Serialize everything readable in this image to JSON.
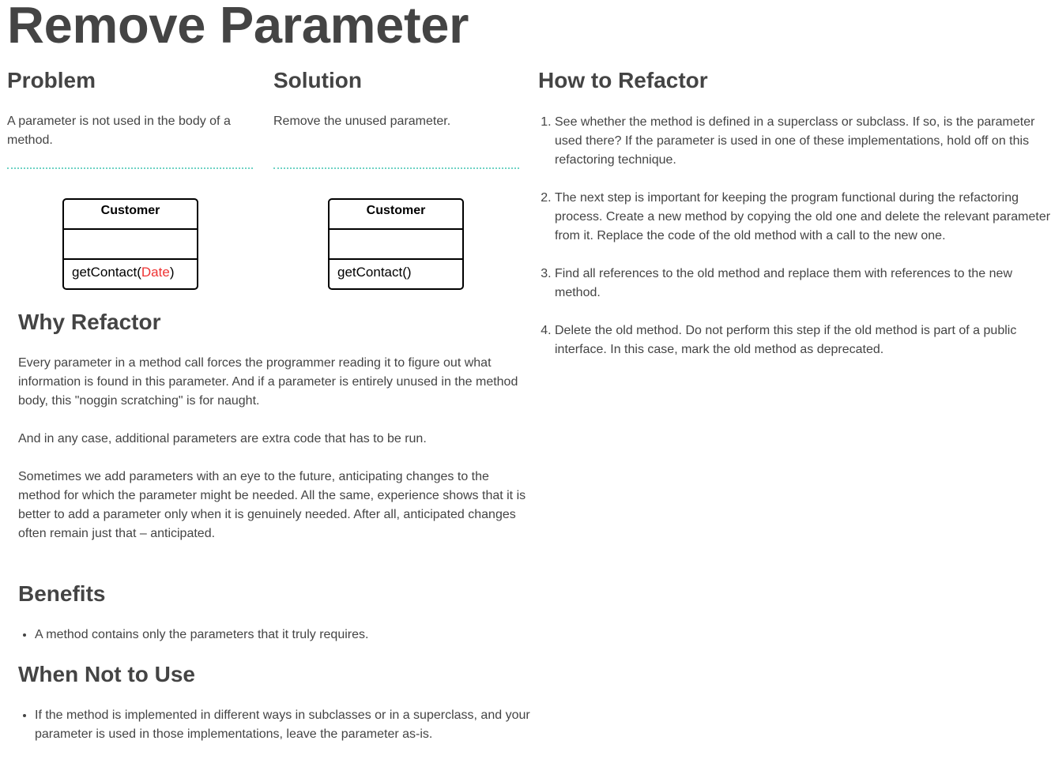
{
  "page_title": "Remove Parameter",
  "problem": {
    "heading": "Problem",
    "text": "A parameter is not used in the body of a method.",
    "diagram": {
      "class_name": "Customer",
      "method_prefix": "getContact(",
      "method_param": "Date",
      "method_suffix": ")"
    }
  },
  "solution": {
    "heading": "Solution",
    "text": "Remove the unused parameter.",
    "diagram": {
      "class_name": "Customer",
      "method": "getContact()"
    }
  },
  "how_to": {
    "heading": "How to Refactor",
    "steps": [
      "See whether the method is defined in a superclass or subclass. If so, is the parameter used there? If the parameter is used in one of these implementations, hold off on this refactoring technique.",
      "The next step is important for keeping the program functional during the refactoring process. Create a new method by copying the old one and delete the relevant parameter from it. Replace the code of the old method with a call to the new one.",
      "Find all references to the old method and replace them with references to the new method.",
      "Delete the old method. Do not perform this step if the old method is part of a public interface. In this case, mark the old method as deprecated."
    ]
  },
  "why": {
    "heading": "Why Refactor",
    "paragraphs": [
      "Every parameter in a method call forces the programmer reading it to figure out what information is found in this parameter. And if a parameter is entirely unused in the method body, this \"noggin scratching\" is for naught.",
      "And in any case, additional parameters are extra code that has to be run.",
      "Sometimes we add parameters with an eye to the future, anticipating changes to the method for which the parameter might be needed. All the same, experience shows that it is better to add a parameter only when it is genuinely needed. After all, anticipated changes often remain just that – anticipated."
    ]
  },
  "benefits": {
    "heading": "Benefits",
    "items": [
      "A method contains only the parameters that it truly requires."
    ]
  },
  "when_not": {
    "heading": "When Not to Use",
    "items": [
      "If the method is implemented in different ways in subclasses or in a superclass, and your parameter is used in those implementations, leave the parameter as-is."
    ]
  },
  "colors": {
    "text": "#444444",
    "divider": "#6fd3c4",
    "highlight": "#ee3333"
  }
}
